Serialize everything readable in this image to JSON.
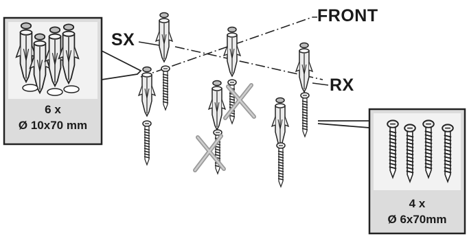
{
  "labels": {
    "front": "FRONT",
    "left": "SX",
    "right": "RX"
  },
  "dowel_box": {
    "count": "6 x",
    "spec": "Ø 10x70 mm"
  },
  "screw_box": {
    "count": "4 x",
    "spec": "Ø 6x70mm"
  },
  "icons": [
    "wall-plug-icon",
    "wood-screw-icon",
    "cross-mark-icon"
  ],
  "colors": {
    "line": "#222222",
    "part_fill": "#ececec",
    "box_fill": "#dcdcdc",
    "cross": "#9a9a9a"
  }
}
